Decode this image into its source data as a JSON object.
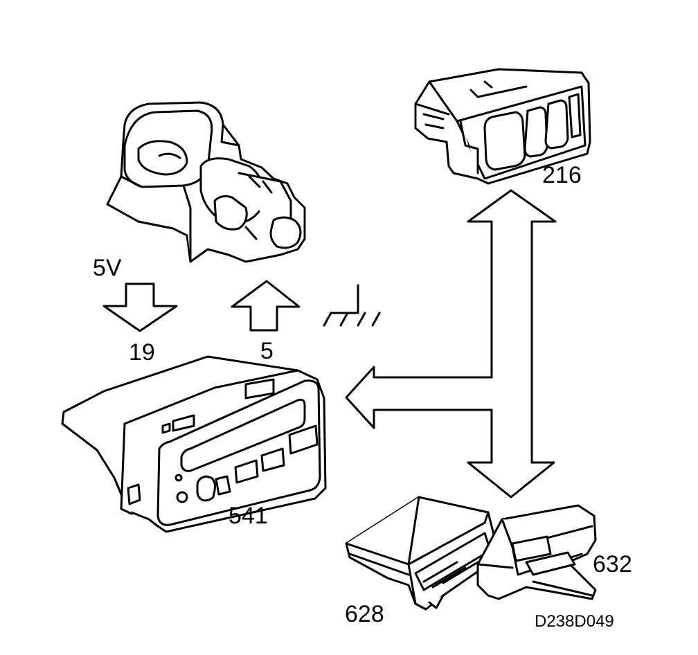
{
  "labels": {
    "voltage": "5V",
    "pin_19": "19",
    "pin_5": "5",
    "component_216": "216",
    "component_541": "541",
    "component_628": "628",
    "component_632": "632"
  },
  "figure_code": "D238D049",
  "colors": {
    "ink": "#000000",
    "paper": "#ffffff"
  }
}
